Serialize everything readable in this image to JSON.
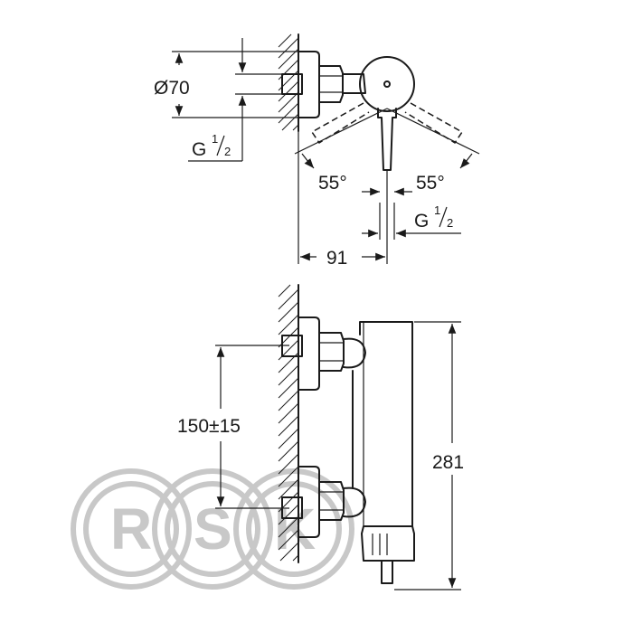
{
  "dimensions": {
    "diameter": "Ø70",
    "thread_top_main": "G",
    "thread_top_num": "1",
    "thread_top_den": "2",
    "angle_left": "55°",
    "angle_right": "55°",
    "thread_outlet_main": "G",
    "thread_outlet_num": "1",
    "thread_outlet_den": "2",
    "depth": "91",
    "centres": "150±15",
    "height": "281"
  },
  "watermark": {
    "letters": [
      "R",
      "S",
      "K"
    ],
    "color": "#c8c8c8"
  }
}
